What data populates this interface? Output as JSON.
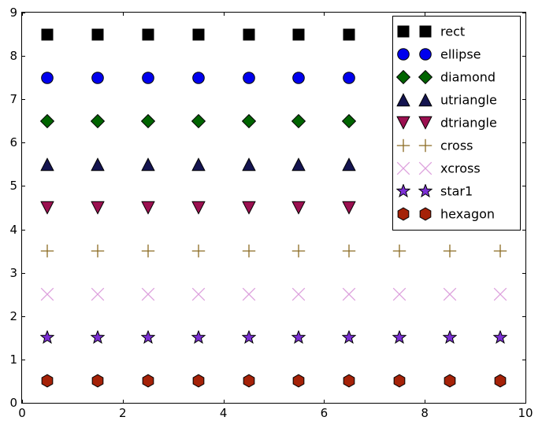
{
  "chart_data": {
    "type": "scatter",
    "title": "",
    "xlabel": "",
    "ylabel": "",
    "xlim": [
      0,
      10
    ],
    "ylim": [
      0,
      9
    ],
    "grid": false,
    "legend_position": "upper right",
    "xticks": [
      0,
      2,
      4,
      6,
      8,
      10
    ],
    "xticklabels": [
      "0",
      "2",
      "4",
      "6",
      "8",
      "10"
    ],
    "yticks": [
      0,
      1,
      2,
      3,
      4,
      5,
      6,
      7,
      8,
      9
    ],
    "yticklabels": [
      "0",
      "1",
      "2",
      "3",
      "4",
      "5",
      "6",
      "7",
      "8",
      "9"
    ],
    "series": [
      {
        "name": "rect",
        "marker": "square",
        "facecolor": "#000000",
        "edgecolor": "#000000",
        "size": 15,
        "x": [
          0.5,
          1.5,
          2.5,
          3.5,
          4.5,
          5.5,
          6.5,
          7.5,
          8.5,
          9.5
        ],
        "y": [
          8.5,
          8.5,
          8.5,
          8.5,
          8.5,
          8.5,
          8.5,
          8.5,
          8.5,
          8.5
        ],
        "visible_points": 7
      },
      {
        "name": "ellipse",
        "marker": "circle",
        "facecolor": "#0000ee",
        "edgecolor": "#000000",
        "size": 16,
        "x": [
          0.5,
          1.5,
          2.5,
          3.5,
          4.5,
          5.5,
          6.5,
          7.5,
          8.5,
          9.5
        ],
        "y": [
          7.5,
          7.5,
          7.5,
          7.5,
          7.5,
          7.5,
          7.5,
          7.5,
          7.5,
          7.5
        ],
        "visible_points": 7
      },
      {
        "name": "diamond",
        "marker": "diamond",
        "facecolor": "#006400",
        "edgecolor": "#000000",
        "size": 18,
        "x": [
          0.5,
          1.5,
          2.5,
          3.5,
          4.5,
          5.5,
          6.5,
          7.5,
          8.5,
          9.5
        ],
        "y": [
          6.5,
          6.5,
          6.5,
          6.5,
          6.5,
          6.5,
          6.5,
          6.5,
          6.5,
          6.5
        ],
        "visible_points": 7
      },
      {
        "name": "utriangle",
        "marker": "triangle-up",
        "facecolor": "#141450",
        "edgecolor": "#000000",
        "size": 17,
        "x": [
          0.5,
          1.5,
          2.5,
          3.5,
          4.5,
          5.5,
          6.5,
          7.5,
          8.5,
          9.5
        ],
        "y": [
          5.5,
          5.5,
          5.5,
          5.5,
          5.5,
          5.5,
          5.5,
          5.5,
          5.5,
          5.5
        ],
        "visible_points": 7
      },
      {
        "name": "dtriangle",
        "marker": "triangle-down",
        "facecolor": "#9b1050",
        "edgecolor": "#000000",
        "size": 17,
        "x": [
          0.5,
          1.5,
          2.5,
          3.5,
          4.5,
          5.5,
          6.5,
          7.5,
          8.5,
          9.5
        ],
        "y": [
          4.5,
          4.5,
          4.5,
          4.5,
          4.5,
          4.5,
          4.5,
          4.5,
          4.5,
          4.5
        ],
        "visible_points": 7
      },
      {
        "name": "cross",
        "marker": "plus",
        "facecolor": "none",
        "edgecolor": "#8b6b23",
        "size": 18,
        "x": [
          0.5,
          1.5,
          2.5,
          3.5,
          4.5,
          5.5,
          6.5,
          7.5,
          8.5,
          9.5
        ],
        "y": [
          3.5,
          3.5,
          3.5,
          3.5,
          3.5,
          3.5,
          3.5,
          3.5,
          3.5,
          3.5
        ],
        "visible_points": 10
      },
      {
        "name": "xcross",
        "marker": "x",
        "facecolor": "none",
        "edgecolor": "#dda0dd",
        "size": 18,
        "x": [
          0.5,
          1.5,
          2.5,
          3.5,
          4.5,
          5.5,
          6.5,
          7.5,
          8.5,
          9.5
        ],
        "y": [
          2.5,
          2.5,
          2.5,
          2.5,
          2.5,
          2.5,
          2.5,
          2.5,
          2.5,
          2.5
        ],
        "visible_points": 10
      },
      {
        "name": "star1",
        "marker": "star",
        "facecolor": "#7b2fd4",
        "edgecolor": "#000000",
        "size": 18,
        "x": [
          0.5,
          1.5,
          2.5,
          3.5,
          4.5,
          5.5,
          6.5,
          7.5,
          8.5,
          9.5
        ],
        "y": [
          1.5,
          1.5,
          1.5,
          1.5,
          1.5,
          1.5,
          1.5,
          1.5,
          1.5,
          1.5
        ],
        "visible_points": 10
      },
      {
        "name": "hexagon",
        "marker": "hexagon",
        "facecolor": "#a52208",
        "edgecolor": "#000000",
        "size": 17,
        "x": [
          0.5,
          1.5,
          2.5,
          3.5,
          4.5,
          5.5,
          6.5,
          7.5,
          8.5,
          9.5
        ],
        "y": [
          0.5,
          0.5,
          0.5,
          0.5,
          0.5,
          0.5,
          0.5,
          0.5,
          0.5,
          0.5
        ],
        "visible_points": 10
      }
    ],
    "legend_entries": [
      {
        "label": "rect"
      },
      {
        "label": "ellipse"
      },
      {
        "label": "diamond"
      },
      {
        "label": "utriangle"
      },
      {
        "label": "dtriangle"
      },
      {
        "label": "cross"
      },
      {
        "label": "xcross"
      },
      {
        "label": "star1"
      },
      {
        "label": "hexagon"
      }
    ]
  },
  "figure": {
    "background": "#ffffff",
    "axes_edgecolor": "#000000"
  }
}
